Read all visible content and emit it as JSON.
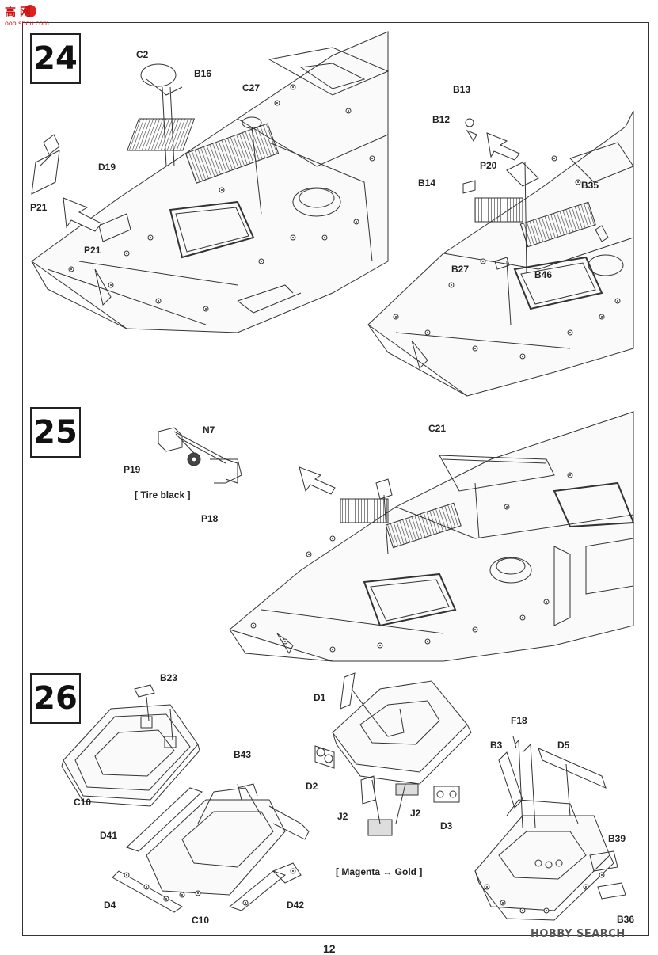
{
  "site": {
    "logo_text": "高 网",
    "logo_subtext": "ooo.shou.com"
  },
  "watermark": {
    "text": "HOBBY SEARCH"
  },
  "page_number": "12",
  "steps": [
    {
      "number": "24",
      "parts": {
        "c2": "C2",
        "b16": "B16",
        "c27": "C27",
        "d19": "D19",
        "p21_a": "P21",
        "p21_b": "P21",
        "b13": "B13",
        "b12": "B12",
        "p20": "P20",
        "b14": "B14",
        "b35": "B35",
        "b27": "B27",
        "b46": "B46"
      }
    },
    {
      "number": "25",
      "parts": {
        "n7": "N7",
        "p19": "P19",
        "p18": "P18",
        "c21": "C21"
      },
      "paint_note": "[ Tire black ]"
    },
    {
      "number": "26",
      "parts": {
        "b23": "B23",
        "c10_a": "C10",
        "b43": "B43",
        "d41": "D41",
        "d4": "D4",
        "c10_b": "C10",
        "d42": "D42",
        "d1": "D1",
        "d2": "D2",
        "j2_a": "J2",
        "j2_b": "J2",
        "d3": "D3",
        "f18": "F18",
        "b3": "B3",
        "d5": "D5",
        "b39": "B39",
        "b36": "B36"
      },
      "paint_note": "[ Magenta ↔ Gold ]"
    }
  ]
}
